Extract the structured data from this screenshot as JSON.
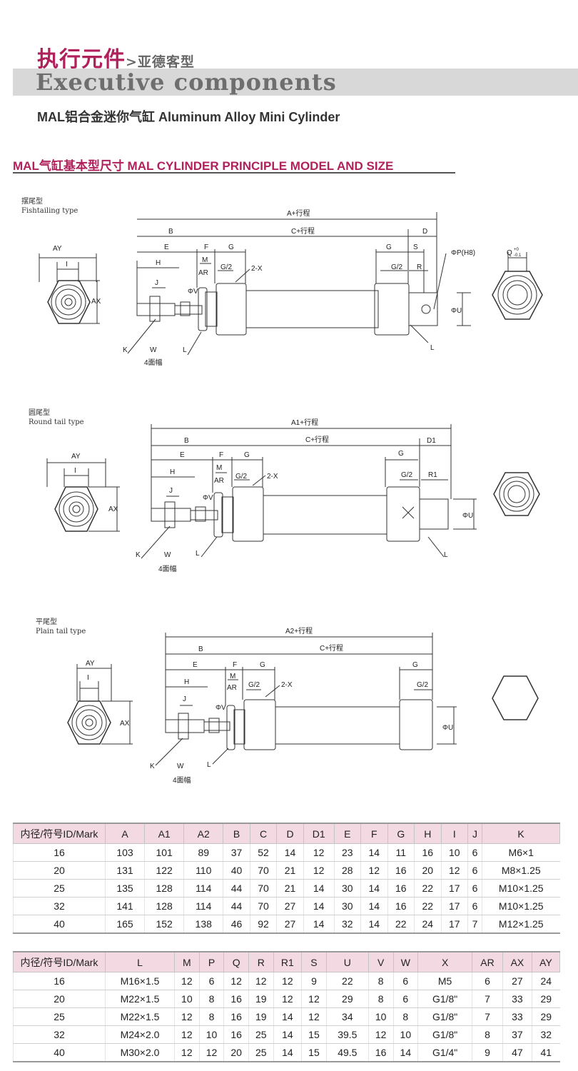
{
  "header": {
    "title_cn": "执行元件",
    "title_cn_sub": ">亚德客型",
    "title_en": "Executive components",
    "subtitle": "MAL铝合金迷你气缸  Aluminum Alloy Mini Cylinder",
    "section_title": "MAL气缸基本型尺寸 MAL CYLINDER PRINCIPLE MODEL AND SIZE"
  },
  "drawings": {
    "fishtail": {
      "label_cn": "摆尾型",
      "label_en": "Fishtailing type",
      "dim_overall": "A+行程",
      "dim_b": "B",
      "dim_stroke": "C+行程",
      "dim_end": "D",
      "dim_e": "E",
      "dim_f": "F",
      "dim_g": "G",
      "dim_m": "M",
      "dim_h": "H",
      "dim_ar": "AR",
      "dim_g2": "G/2",
      "dim_2x": "2-X",
      "dim_j": "J",
      "dim_v": "ΦV",
      "dim_s": "S",
      "dim_r": "R",
      "dim_p": "ΦP(H8)",
      "dim_u": "ΦU",
      "dim_k": "K",
      "dim_w": "W",
      "dim_l": "L",
      "dim_width_across": "4面幅",
      "dim_ay": "AY",
      "dim_i": "I",
      "dim_ax": "AX",
      "dim_q": "Q",
      "dim_q_tol_upper": "+0",
      "dim_q_tol_lower": "-0.1"
    },
    "round": {
      "label_cn": "圆尾型",
      "label_en": "Round tail type",
      "dim_overall": "A1+行程",
      "dim_b": "B",
      "dim_stroke": "C+行程",
      "dim_end": "D1",
      "dim_e": "E",
      "dim_f": "F",
      "dim_g": "G",
      "dim_m": "M",
      "dim_h": "H",
      "dim_ar": "AR",
      "dim_g2": "G/2",
      "dim_2x": "2-X",
      "dim_j": "J",
      "dim_v": "ΦV",
      "dim_r": "R1",
      "dim_u": "ΦU",
      "dim_k": "K",
      "dim_w": "W",
      "dim_l": "L",
      "dim_width_across": "4面幅",
      "dim_ay": "AY",
      "dim_i": "I",
      "dim_ax": "AX"
    },
    "plain": {
      "label_cn": "平尾型",
      "label_en": "Plain tail type",
      "dim_overall": "A2+行程",
      "dim_b": "B",
      "dim_stroke": "C+行程",
      "dim_e": "E",
      "dim_f": "F",
      "dim_g": "G",
      "dim_m": "M",
      "dim_h": "H",
      "dim_ar": "AR",
      "dim_g2": "G/2",
      "dim_2x": "2-X",
      "dim_j": "J",
      "dim_v": "ΦV",
      "dim_u": "ΦU",
      "dim_k": "K",
      "dim_w": "W",
      "dim_l": "L",
      "dim_width_across": "4面幅",
      "dim_ay": "AY",
      "dim_i": "I",
      "dim_ax": "AX"
    }
  },
  "table1": {
    "headers": [
      "内径/符号ID/Mark",
      "A",
      "A1",
      "A2",
      "B",
      "C",
      "D",
      "D1",
      "E",
      "F",
      "G",
      "H",
      "I",
      "J",
      "K"
    ],
    "rows": [
      [
        "16",
        "103",
        "101",
        "89",
        "37",
        "52",
        "14",
        "12",
        "23",
        "14",
        "11",
        "16",
        "10",
        "6",
        "M6×1"
      ],
      [
        "20",
        "131",
        "122",
        "110",
        "40",
        "70",
        "21",
        "12",
        "28",
        "12",
        "16",
        "20",
        "12",
        "6",
        "M8×1.25"
      ],
      [
        "25",
        "135",
        "128",
        "114",
        "44",
        "70",
        "21",
        "14",
        "30",
        "14",
        "16",
        "22",
        "17",
        "6",
        "M10×1.25"
      ],
      [
        "32",
        "141",
        "128",
        "114",
        "44",
        "70",
        "27",
        "14",
        "30",
        "14",
        "16",
        "22",
        "17",
        "6",
        "M10×1.25"
      ],
      [
        "40",
        "165",
        "152",
        "138",
        "46",
        "92",
        "27",
        "14",
        "32",
        "14",
        "22",
        "24",
        "17",
        "7",
        "M12×1.25"
      ]
    ]
  },
  "table2": {
    "headers": [
      "内径/符号ID/Mark",
      "L",
      "M",
      "P",
      "Q",
      "R",
      "R1",
      "S",
      "U",
      "V",
      "W",
      "X",
      "AR",
      "AX",
      "AY"
    ],
    "rows": [
      [
        "16",
        "M16×1.5",
        "12",
        "6",
        "12",
        "12",
        "12",
        "9",
        "22",
        "8",
        "6",
        "M5",
        "6",
        "27",
        "24"
      ],
      [
        "20",
        "M22×1.5",
        "10",
        "8",
        "16",
        "19",
        "12",
        "12",
        "29",
        "8",
        "6",
        "G1/8\"",
        "7",
        "33",
        "29"
      ],
      [
        "25",
        "M22×1.5",
        "12",
        "8",
        "16",
        "19",
        "14",
        "12",
        "34",
        "10",
        "8",
        "G1/8\"",
        "7",
        "33",
        "29"
      ],
      [
        "32",
        "M24×2.0",
        "12",
        "10",
        "16",
        "25",
        "14",
        "15",
        "39.5",
        "12",
        "10",
        "G1/8\"",
        "8",
        "37",
        "32"
      ],
      [
        "40",
        "M30×2.0",
        "12",
        "12",
        "20",
        "25",
        "14",
        "15",
        "49.5",
        "16",
        "14",
        "G1/4\"",
        "9",
        "47",
        "41"
      ]
    ]
  },
  "colors": {
    "accent": "#b0215c",
    "banner": "#d8d8d8",
    "table_header": "#f3d9e2"
  }
}
